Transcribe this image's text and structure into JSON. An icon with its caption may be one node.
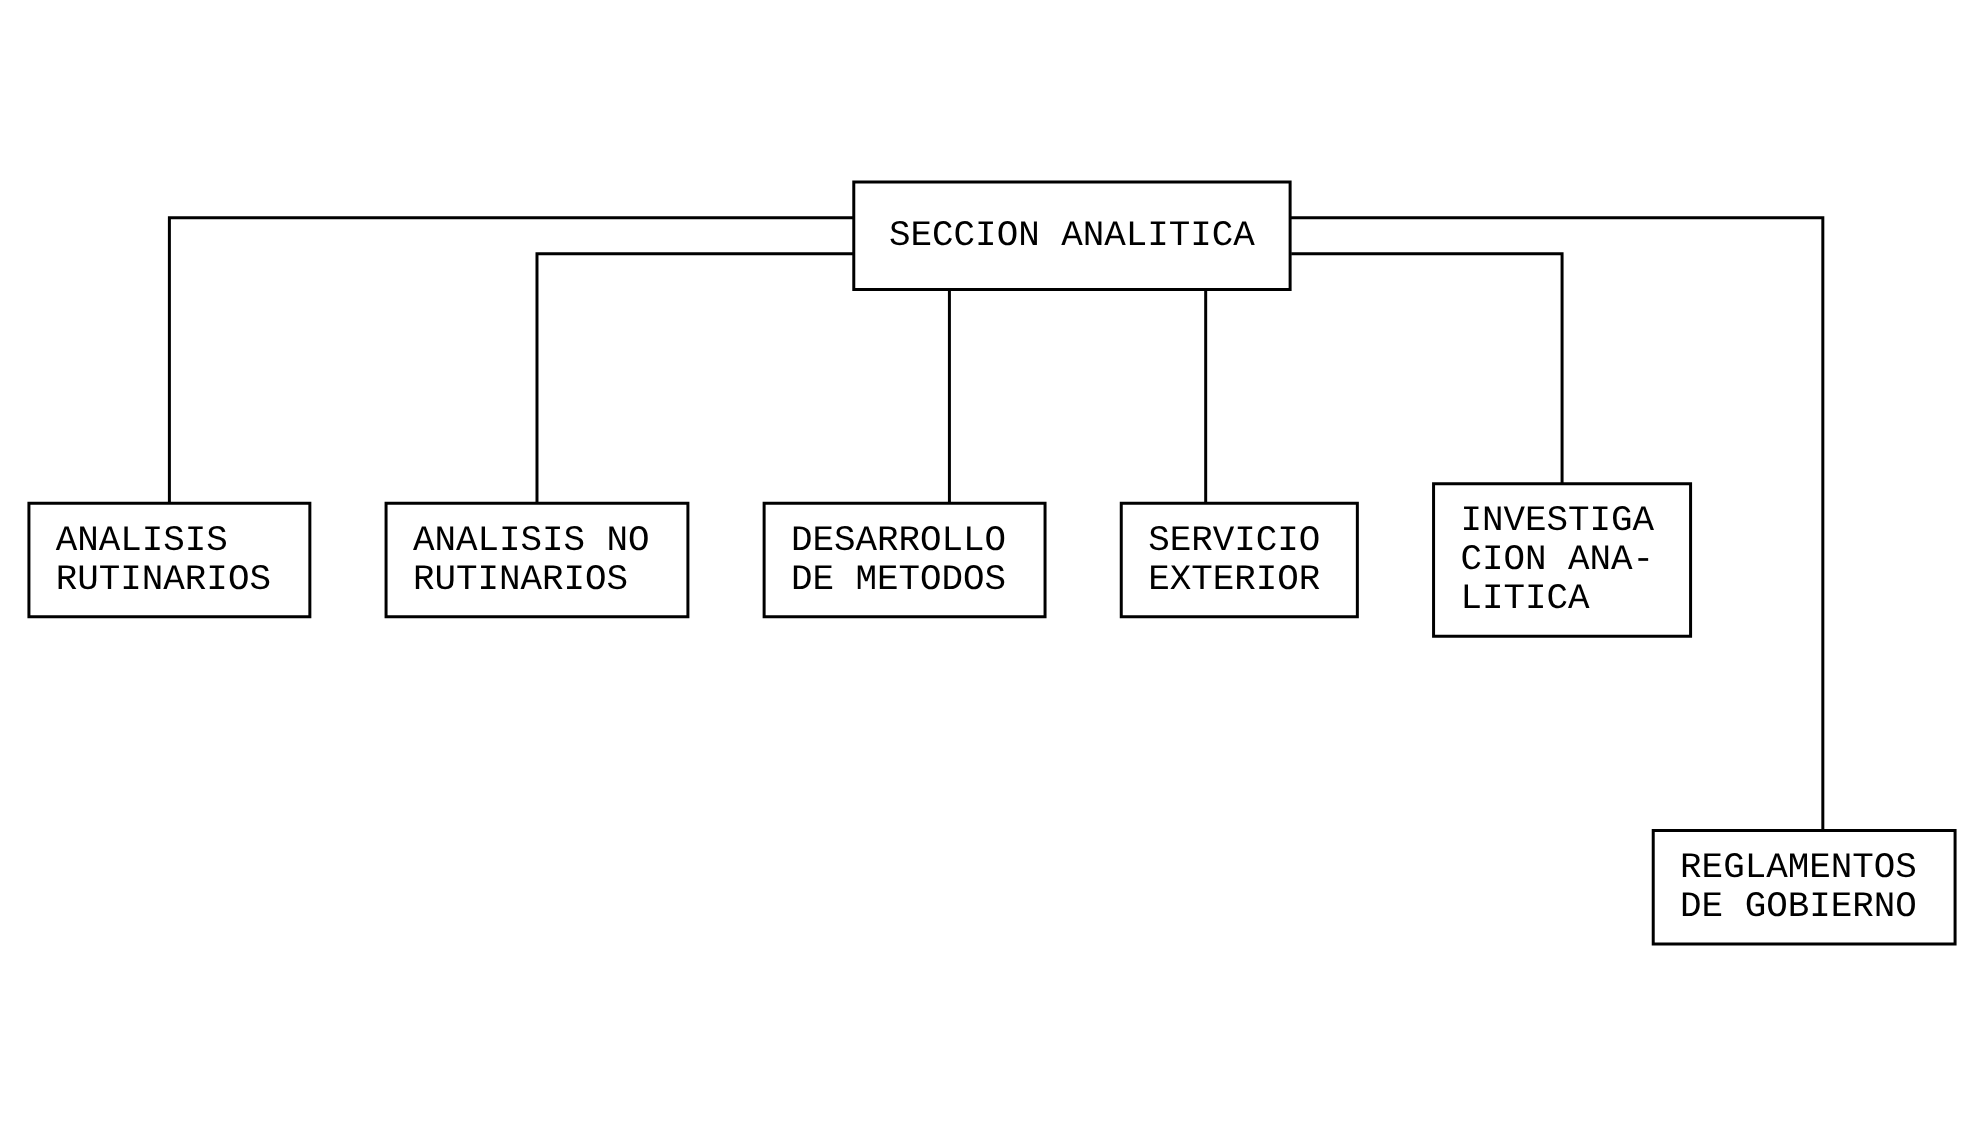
{
  "diagram": {
    "nodes": [
      {
        "text": [
          "SECCION ANALITICA"
        ]
      },
      {
        "text": [
          "ANALISIS RUTINARIOS"
        ]
      },
      {
        "text": [
          "ANALISIS NO RUTINARIOS"
        ]
      },
      {
        "text": [
          "DESARROLLO DE METODOS"
        ]
      },
      {
        "text": [
          "SERVICIO EXTERIOR"
        ]
      },
      {
        "text": [
          "INVESTIGA CION ANA- LITICA"
        ]
      },
      {
        "text": [
          "REGLAMENTOS DE GOBIERNO"
        ]
      }
    ],
    "edges": [
      {
        "from": 0,
        "to": 1,
        "arrow": "none"
      },
      {
        "from": 0,
        "to": 2,
        "arrow": "none"
      },
      {
        "from": 0,
        "to": 3,
        "arrow": "none"
      },
      {
        "from": 0,
        "to": 6,
        "arrow": "none"
      },
      {
        "from": 0,
        "to": 4,
        "arrow": "none"
      },
      {
        "from": 0,
        "to": 5,
        "arrow": "none"
      }
    ]
  }
}
